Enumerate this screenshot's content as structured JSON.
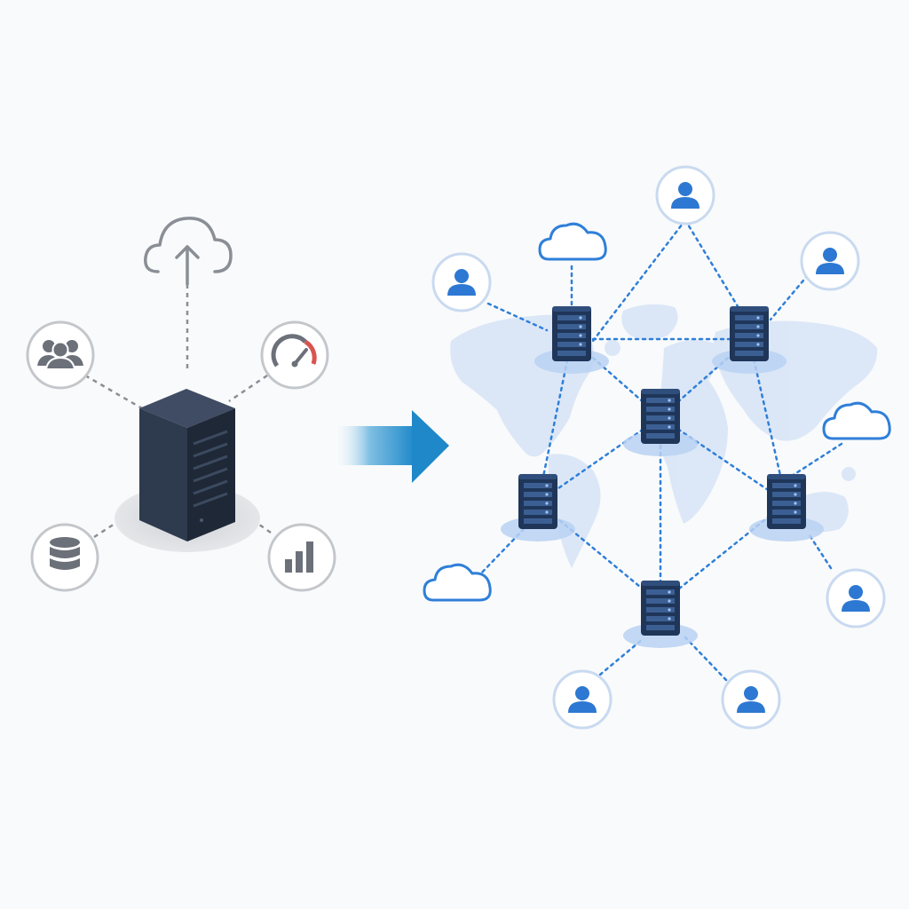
{
  "diagram": {
    "left": {
      "center": "single-server",
      "satellites": [
        "cloud-upload-icon",
        "users-group-icon",
        "speedometer-icon",
        "database-icon",
        "bar-chart-icon"
      ]
    },
    "arrow": "transition-arrow",
    "right": {
      "background": "world-map",
      "servers": [
        "server-node-1",
        "server-node-2",
        "server-node-3",
        "server-node-4",
        "server-node-5",
        "server-node-6"
      ],
      "clouds": [
        "cloud-node-1",
        "cloud-node-2",
        "cloud-node-3"
      ],
      "users": [
        "user-node-1",
        "user-node-2",
        "user-node-3",
        "user-node-4",
        "user-node-5",
        "user-node-6"
      ]
    }
  },
  "colors": {
    "background": "#f9fafb",
    "gray_line": "#8a8f96",
    "gray_icon": "#6b7079",
    "server_dark": "#2e3a4e",
    "server_side": "#1f2837",
    "server_top": "#3f4c63",
    "speed_needle_red": "#d9534f",
    "blue_line": "#2f7fd9",
    "blue_icon": "#2d78d2",
    "blue_circle_border": "#c9daf0",
    "node_dark": "#1f3659",
    "node_base": "#b9d1f2",
    "map_fill": "#d8e6f7",
    "arrow_start": "#ffffff",
    "arrow_end": "#1e88c8"
  }
}
